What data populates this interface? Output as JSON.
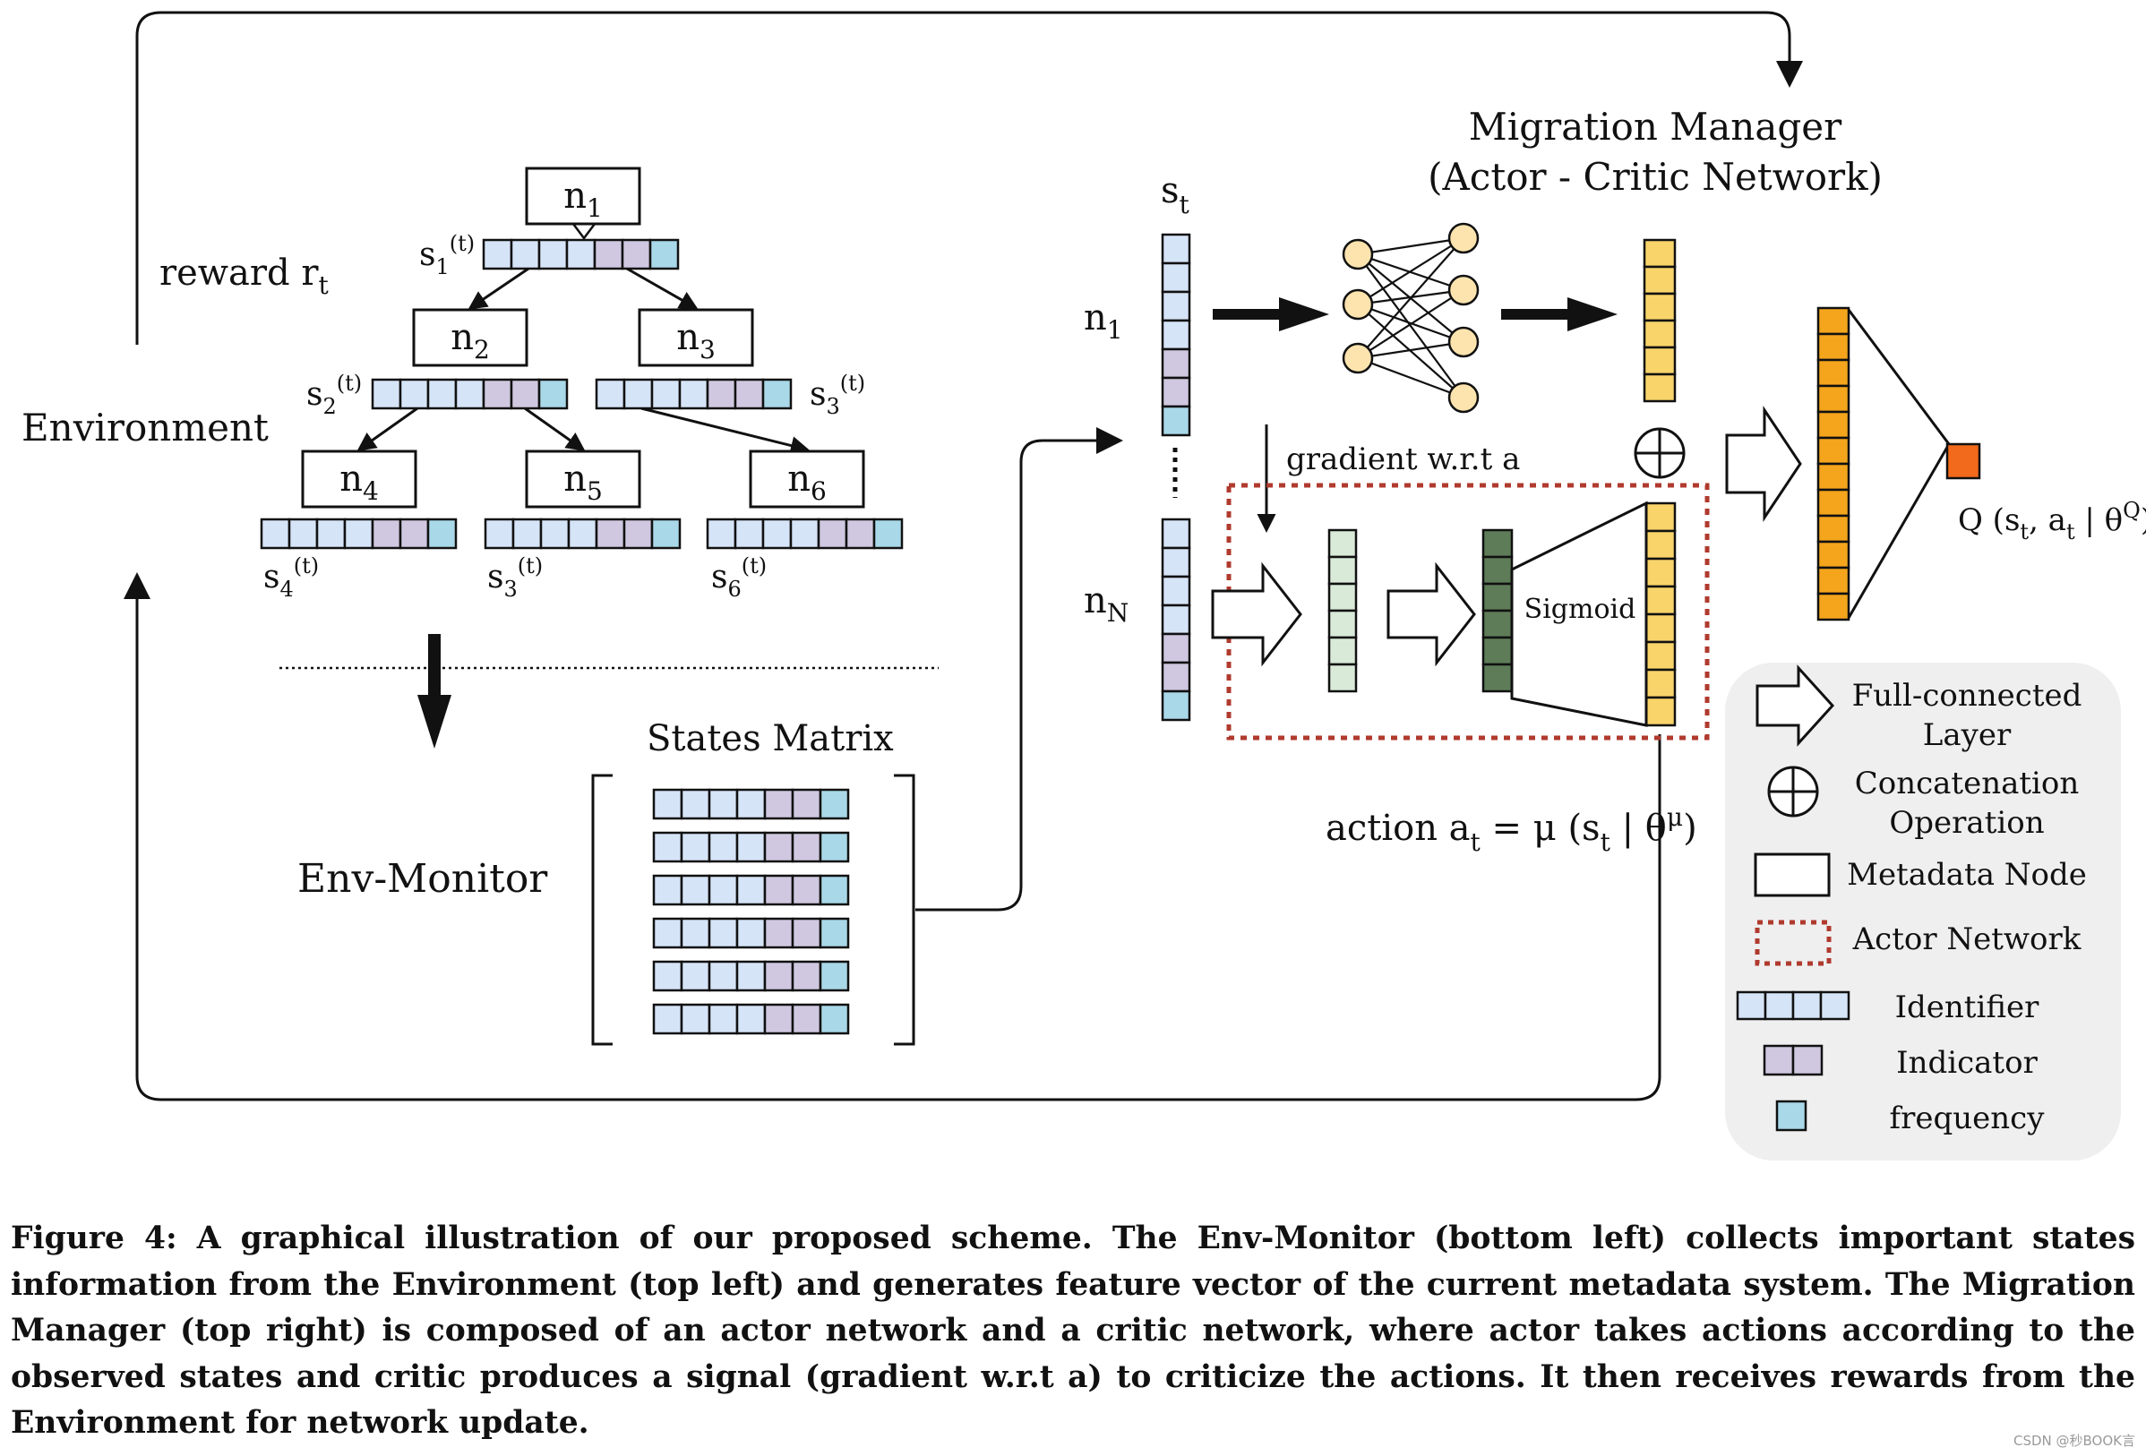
{
  "colors": {
    "identifier": "#d6e4f7",
    "indicator": "#cfc8e0",
    "frequency": "#a9d8e8",
    "hidden": "#d9ead8",
    "hidden_dark": "#5e7c58",
    "output": "#f8d46a",
    "critic": "#f4a51c",
    "q_out": "#f26a1b",
    "neuron": "#fde4ae",
    "actor_border": "#b03a2e",
    "legend_bg": "#efefef"
  },
  "labels": {
    "environment": "Environment",
    "reward": "reward r",
    "reward_sub": "t",
    "env_monitor": "Env-Monitor",
    "states_matrix": "States Matrix",
    "manager_title_1": "Migration Manager",
    "manager_title_2": "(Actor - Critic Network)",
    "st": "s",
    "st_sub": "t",
    "n1": "n",
    "n1_sub": "1",
    "nN": "n",
    "nN_sub": "N",
    "gradient": "gradient w.r.t a",
    "sigmoid": "Sigmoid",
    "action": "action a",
    "action_sub": "t",
    "action_rest": " = μ (s",
    "action_sub2": "t",
    "action_rest2": " | θ",
    "action_sup": "μ",
    "action_end": ")",
    "q_main": "Q (s",
    "q_sub1": "t",
    "q_mid": ", a",
    "q_sub2": "t",
    "q_mid2": " | θ",
    "q_sup": "Q",
    "q_end": ")"
  },
  "tree": {
    "nodes": [
      {
        "label": "n",
        "sub": "1"
      },
      {
        "label": "n",
        "sub": "2"
      },
      {
        "label": "n",
        "sub": "3"
      },
      {
        "label": "n",
        "sub": "4"
      },
      {
        "label": "n",
        "sub": "5"
      },
      {
        "label": "n",
        "sub": "6"
      }
    ],
    "states": [
      {
        "s": "s",
        "sub": "1",
        "sup": "(t)"
      },
      {
        "s": "s",
        "sub": "2",
        "sup": "(t)"
      },
      {
        "s": "s",
        "sub": "3",
        "sup": "(t)"
      },
      {
        "s": "s",
        "sub": "4",
        "sup": "(t)"
      },
      {
        "s": "s",
        "sub": "3",
        "sup": "(t)"
      },
      {
        "s": "s",
        "sub": "6",
        "sup": "(t)"
      }
    ]
  },
  "legend": {
    "full_connected_1": "Full-connected",
    "full_connected_2": "Layer",
    "concat_1": "Concatenation",
    "concat_2": "Operation",
    "metadata_node": "Metadata Node",
    "actor_network": "Actor Network",
    "identifier": "Identifier",
    "indicator": "Indicator",
    "frequency": "frequency"
  },
  "caption": "Figure 4: A graphical illustration of our proposed scheme. The Env-Monitor (bottom left) collects important states information from the Environment (top left) and generates feature vector of the current metadata system. The Migration Manager (top right) is composed of an actor network and a critic network, where actor takes actions according to the observed states and critic produces a signal (gradient w.r.t a) to criticize the actions. It then receives rewards from the Environment for network update.",
  "watermark": "CSDN @秒BOOK言"
}
